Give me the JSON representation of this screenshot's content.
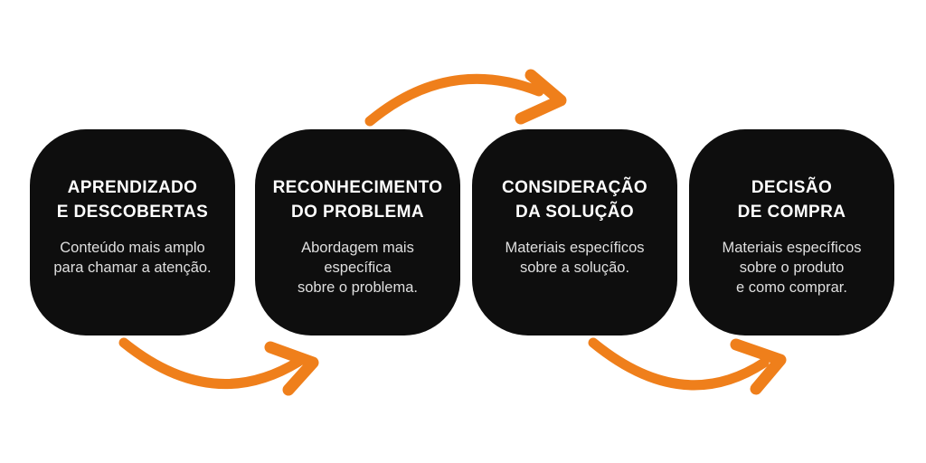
{
  "colors": {
    "accent": "#EF7F1B",
    "card-bg": "#0E0E0E",
    "title": "#FFFFFF",
    "body-text": "#DFDFDF",
    "canvas": "#FFFFFF"
  },
  "diagram": {
    "stages": [
      {
        "title": "APRENDIZADO\nE DESCOBERTAS",
        "description": "Conteúdo mais amplo\npara chamar a atenção."
      },
      {
        "title": "RECONHECIMENTO\nDO PROBLEMA",
        "description": "Abordagem mais\nespecífica\nsobre o problema."
      },
      {
        "title": "CONSIDERAÇÃO\nDA SOLUÇÃO",
        "description": "Materiais específicos\nsobre a solução."
      },
      {
        "title": "DECISÃO\nDE COMPRA",
        "description": "Materiais específicos\nsobre o produto\ne como comprar."
      }
    ],
    "arrows": [
      {
        "from": "RECONHECIMENTO DO PROBLEMA",
        "to": "CONSIDERAÇÃO DA SOLUÇÃO",
        "position": "top"
      },
      {
        "from": "APRENDIZADO E DESCOBERTAS",
        "to": "RECONHECIMENTO DO PROBLEMA",
        "position": "bottom"
      },
      {
        "from": "CONSIDERAÇÃO DA SOLUÇÃO",
        "to": "DECISÃO DE COMPRA",
        "position": "bottom"
      }
    ]
  }
}
